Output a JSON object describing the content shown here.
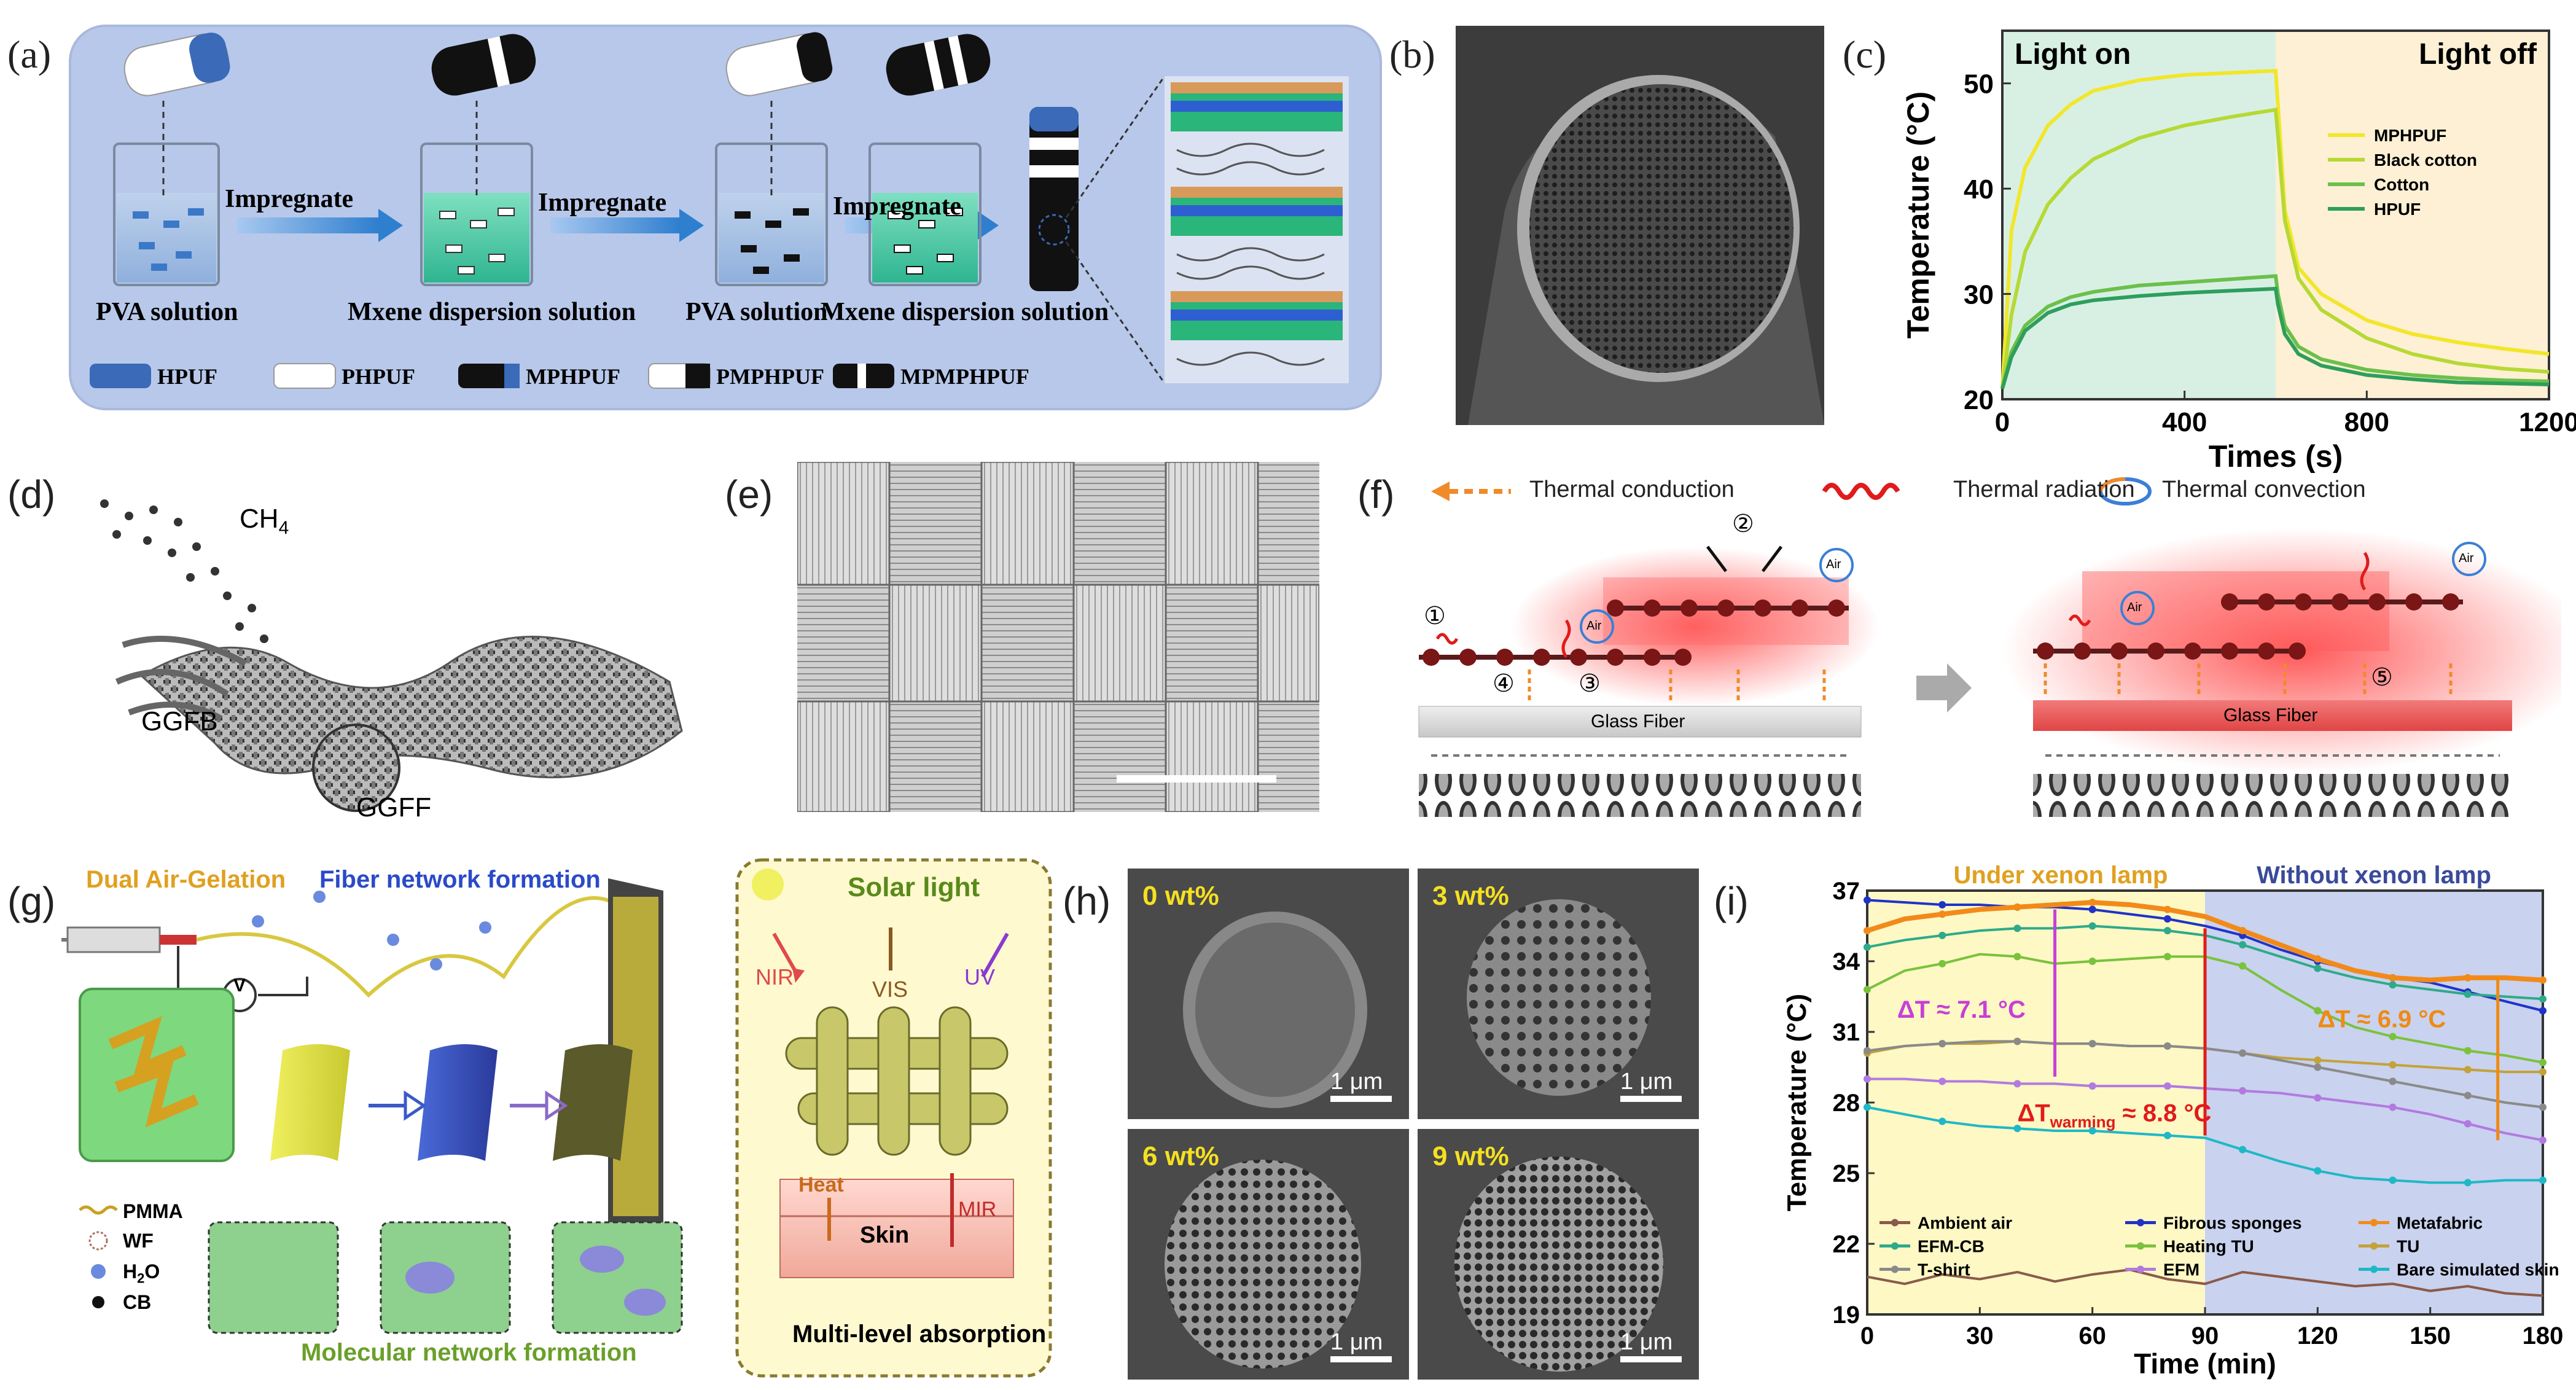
{
  "panels": {
    "a": {
      "label": "(a)",
      "arrows": [
        "Impregnate",
        "Impregnate",
        "Impregnate"
      ],
      "beakers": [
        "PVA solution",
        "Mxene dispersion solution",
        "PVA solution",
        "Mxene dispersion solution"
      ],
      "legend": [
        "HPUF",
        "PHPUF",
        "MPHPUF",
        "PMPHPUF",
        "MPMPHPUF"
      ]
    },
    "b": {
      "label": "(b)"
    },
    "c": {
      "label": "(c)"
    },
    "d": {
      "label": "(d)",
      "gas": "CH",
      "gas_sub": "4",
      "fiber_bundle": "GGFB",
      "fabric": "GGFF"
    },
    "e": {
      "label": "(e)"
    },
    "f": {
      "label": "(f)",
      "legend": [
        "Thermal conduction",
        "Thermal radiation",
        "Thermal convection"
      ],
      "air": "Air",
      "glass": "Glass Fiber",
      "markers": [
        "①",
        "②",
        "③",
        "④",
        "⑤"
      ]
    },
    "g": {
      "label": "(g)",
      "title1": "Dual Air-Gelation",
      "title2": "Fiber network formation",
      "bottom": "Molecular network formation",
      "legend": [
        "PMMA",
        "WF",
        "H",
        "O",
        "CB"
      ],
      "h2o_sub": "2",
      "voltage": "V",
      "box_title": "Solar light",
      "nir": "NIR",
      "vis": "VIS",
      "uv": "UV",
      "heat": "Heat",
      "mir": "MIR",
      "skin": "Skin",
      "box_caption": "Multi-level absorption"
    },
    "h": {
      "label": "(h)",
      "tiles": [
        "0 wt%",
        "3 wt%",
        "6 wt%",
        "9 wt%"
      ],
      "scale": "1 μm"
    },
    "i": {
      "label": "(i)"
    }
  },
  "chart_data": [
    {
      "panel": "c",
      "type": "line",
      "xlabel": "Times (s)",
      "ylabel": "Temperature (°C)",
      "xlim": [
        0,
        1200
      ],
      "ylim": [
        20,
        55
      ],
      "xticks": [
        0,
        400,
        800,
        1200
      ],
      "yticks": [
        20,
        30,
        40,
        50
      ],
      "region_labels": [
        "Light on",
        "Light off"
      ],
      "light_off_at": 600,
      "series": [
        {
          "name": "MPHPUF",
          "color": "#f2e62a",
          "x": [
            0,
            20,
            50,
            100,
            150,
            200,
            300,
            400,
            500,
            600,
            605,
            620,
            650,
            700,
            800,
            900,
            1000,
            1100,
            1200
          ],
          "y": [
            21,
            36,
            42,
            46,
            48,
            49.3,
            50.3,
            50.8,
            51,
            51.2,
            48,
            38,
            32.5,
            30,
            27.5,
            26.2,
            25.4,
            24.8,
            24.3
          ]
        },
        {
          "name": "Black cotton",
          "color": "#b6d934",
          "x": [
            0,
            20,
            50,
            100,
            150,
            200,
            300,
            400,
            500,
            600,
            605,
            620,
            650,
            700,
            800,
            900,
            1000,
            1100,
            1200
          ],
          "y": [
            21,
            28,
            34,
            38.5,
            41,
            42.8,
            44.8,
            46,
            46.8,
            47.5,
            45,
            37,
            31.5,
            28.5,
            25.8,
            24.3,
            23.4,
            22.9,
            22.6
          ]
        },
        {
          "name": "Cotton",
          "color": "#6bc04b",
          "x": [
            0,
            20,
            50,
            100,
            150,
            200,
            300,
            400,
            500,
            600,
            605,
            620,
            650,
            700,
            800,
            900,
            1000,
            1100,
            1200
          ],
          "y": [
            21,
            24.5,
            27,
            28.8,
            29.7,
            30.2,
            30.8,
            31.1,
            31.4,
            31.7,
            30,
            27,
            25,
            23.8,
            22.8,
            22.3,
            22,
            21.8,
            21.7
          ]
        },
        {
          "name": "HPUF",
          "color": "#2e9e5c",
          "x": [
            0,
            20,
            50,
            100,
            150,
            200,
            300,
            400,
            500,
            600,
            605,
            620,
            650,
            700,
            800,
            900,
            1000,
            1100,
            1200
          ],
          "y": [
            21,
            24,
            26.5,
            28.2,
            29,
            29.4,
            29.8,
            30.1,
            30.3,
            30.5,
            29,
            26.2,
            24.3,
            23.2,
            22.3,
            21.9,
            21.6,
            21.5,
            21.4
          ]
        }
      ]
    },
    {
      "panel": "i",
      "type": "line",
      "xlabel": "Time (min)",
      "ylabel": "Temperature (°C)",
      "xlim": [
        0,
        180
      ],
      "ylim": [
        19,
        37
      ],
      "xticks": [
        0,
        30,
        60,
        90,
        120,
        150,
        180
      ],
      "yticks": [
        19,
        22,
        25,
        28,
        31,
        34,
        37
      ],
      "region_labels": [
        "Under xenon lamp",
        "Without xenon lamp"
      ],
      "switch_at": 90,
      "annotations": [
        {
          "text": "ΔT ≈ 7.1 °C",
          "color": "#c83fd6"
        },
        {
          "prefix": "ΔT",
          "sub": "warming",
          "suffix": " ≈ 8.8 °C",
          "color": "#e01b1b"
        },
        {
          "text": "ΔT ≈ 6.9 °C",
          "color": "#f08a12"
        }
      ],
      "series": [
        {
          "name": "Ambient air",
          "color": "#8b5a4a",
          "x": [
            0,
            10,
            20,
            30,
            40,
            50,
            60,
            70,
            80,
            90,
            100,
            110,
            120,
            130,
            140,
            150,
            160,
            170,
            180
          ],
          "y": [
            20.6,
            20.3,
            20.7,
            20.5,
            20.8,
            20.4,
            20.7,
            20.9,
            20.5,
            20.3,
            20.8,
            20.6,
            20.4,
            20.2,
            20.3,
            20.0,
            20.2,
            19.9,
            19.8
          ]
        },
        {
          "name": "Fibrous sponges",
          "color": "#1f33c9",
          "x": [
            0,
            10,
            20,
            30,
            40,
            50,
            60,
            70,
            80,
            90,
            100,
            110,
            120,
            130,
            140,
            150,
            160,
            170,
            180
          ],
          "y": [
            36.6,
            36.5,
            36.4,
            36.4,
            36.3,
            36.3,
            36.2,
            36.0,
            35.8,
            35.5,
            35.1,
            34.5,
            34.0,
            33.6,
            33.3,
            33.1,
            32.7,
            32.3,
            31.9
          ]
        },
        {
          "name": "Metafabric",
          "color": "#f28a1a",
          "x": [
            0,
            10,
            20,
            30,
            40,
            50,
            60,
            70,
            80,
            90,
            100,
            110,
            120,
            130,
            140,
            150,
            160,
            170,
            180
          ],
          "y": [
            35.3,
            35.8,
            36.0,
            36.2,
            36.3,
            36.4,
            36.5,
            36.4,
            36.2,
            35.9,
            35.3,
            34.7,
            34.1,
            33.6,
            33.3,
            33.2,
            33.3,
            33.3,
            33.2
          ]
        },
        {
          "name": "EFM-CB",
          "color": "#2eaa8a",
          "x": [
            0,
            10,
            20,
            30,
            40,
            50,
            60,
            70,
            80,
            90,
            100,
            110,
            120,
            130,
            140,
            150,
            160,
            170,
            180
          ],
          "y": [
            34.6,
            34.9,
            35.1,
            35.3,
            35.4,
            35.4,
            35.5,
            35.4,
            35.3,
            35.1,
            34.7,
            34.2,
            33.7,
            33.3,
            33.0,
            32.8,
            32.6,
            32.5,
            32.4
          ]
        },
        {
          "name": "Heating TU",
          "color": "#7ac23c",
          "x": [
            0,
            10,
            20,
            30,
            40,
            50,
            60,
            70,
            80,
            90,
            100,
            110,
            120,
            130,
            140,
            150,
            160,
            170,
            180
          ],
          "y": [
            32.8,
            33.6,
            33.9,
            34.3,
            34.2,
            33.9,
            34.0,
            34.1,
            34.2,
            34.2,
            33.8,
            32.8,
            31.9,
            31.2,
            30.8,
            30.5,
            30.2,
            30.0,
            29.7
          ]
        },
        {
          "name": "TU",
          "color": "#c3a23a",
          "x": [
            0,
            10,
            20,
            30,
            40,
            50,
            60,
            70,
            80,
            90,
            100,
            110,
            120,
            130,
            140,
            150,
            160,
            170,
            180
          ],
          "y": [
            30.1,
            30.4,
            30.5,
            30.5,
            30.6,
            30.5,
            30.5,
            30.4,
            30.4,
            30.3,
            30.1,
            29.9,
            29.8,
            29.7,
            29.6,
            29.5,
            29.4,
            29.3,
            29.3
          ]
        },
        {
          "name": "T-shirt",
          "color": "#8a8a8a",
          "x": [
            0,
            10,
            20,
            30,
            40,
            50,
            60,
            70,
            80,
            90,
            100,
            110,
            120,
            130,
            140,
            150,
            160,
            170,
            180
          ],
          "y": [
            30.2,
            30.4,
            30.5,
            30.6,
            30.6,
            30.5,
            30.5,
            30.4,
            30.4,
            30.3,
            30.1,
            29.8,
            29.5,
            29.2,
            28.9,
            28.6,
            28.3,
            28.0,
            27.8
          ]
        },
        {
          "name": "EFM",
          "color": "#b27ae0",
          "x": [
            0,
            10,
            20,
            30,
            40,
            50,
            60,
            70,
            80,
            90,
            100,
            110,
            120,
            130,
            140,
            150,
            160,
            170,
            180
          ],
          "y": [
            29.0,
            29.0,
            28.9,
            28.9,
            28.8,
            28.8,
            28.7,
            28.7,
            28.7,
            28.6,
            28.5,
            28.4,
            28.2,
            28.0,
            27.8,
            27.5,
            27.1,
            26.7,
            26.4
          ]
        },
        {
          "name": "Bare simulated skin",
          "color": "#1fb8c6",
          "x": [
            0,
            10,
            20,
            30,
            40,
            50,
            60,
            70,
            80,
            90,
            100,
            110,
            120,
            130,
            140,
            150,
            160,
            170,
            180
          ],
          "y": [
            27.8,
            27.5,
            27.2,
            27.0,
            26.9,
            26.8,
            26.8,
            26.7,
            26.6,
            26.5,
            26.0,
            25.5,
            25.1,
            24.8,
            24.7,
            24.6,
            24.6,
            24.7,
            24.7
          ]
        }
      ]
    }
  ]
}
